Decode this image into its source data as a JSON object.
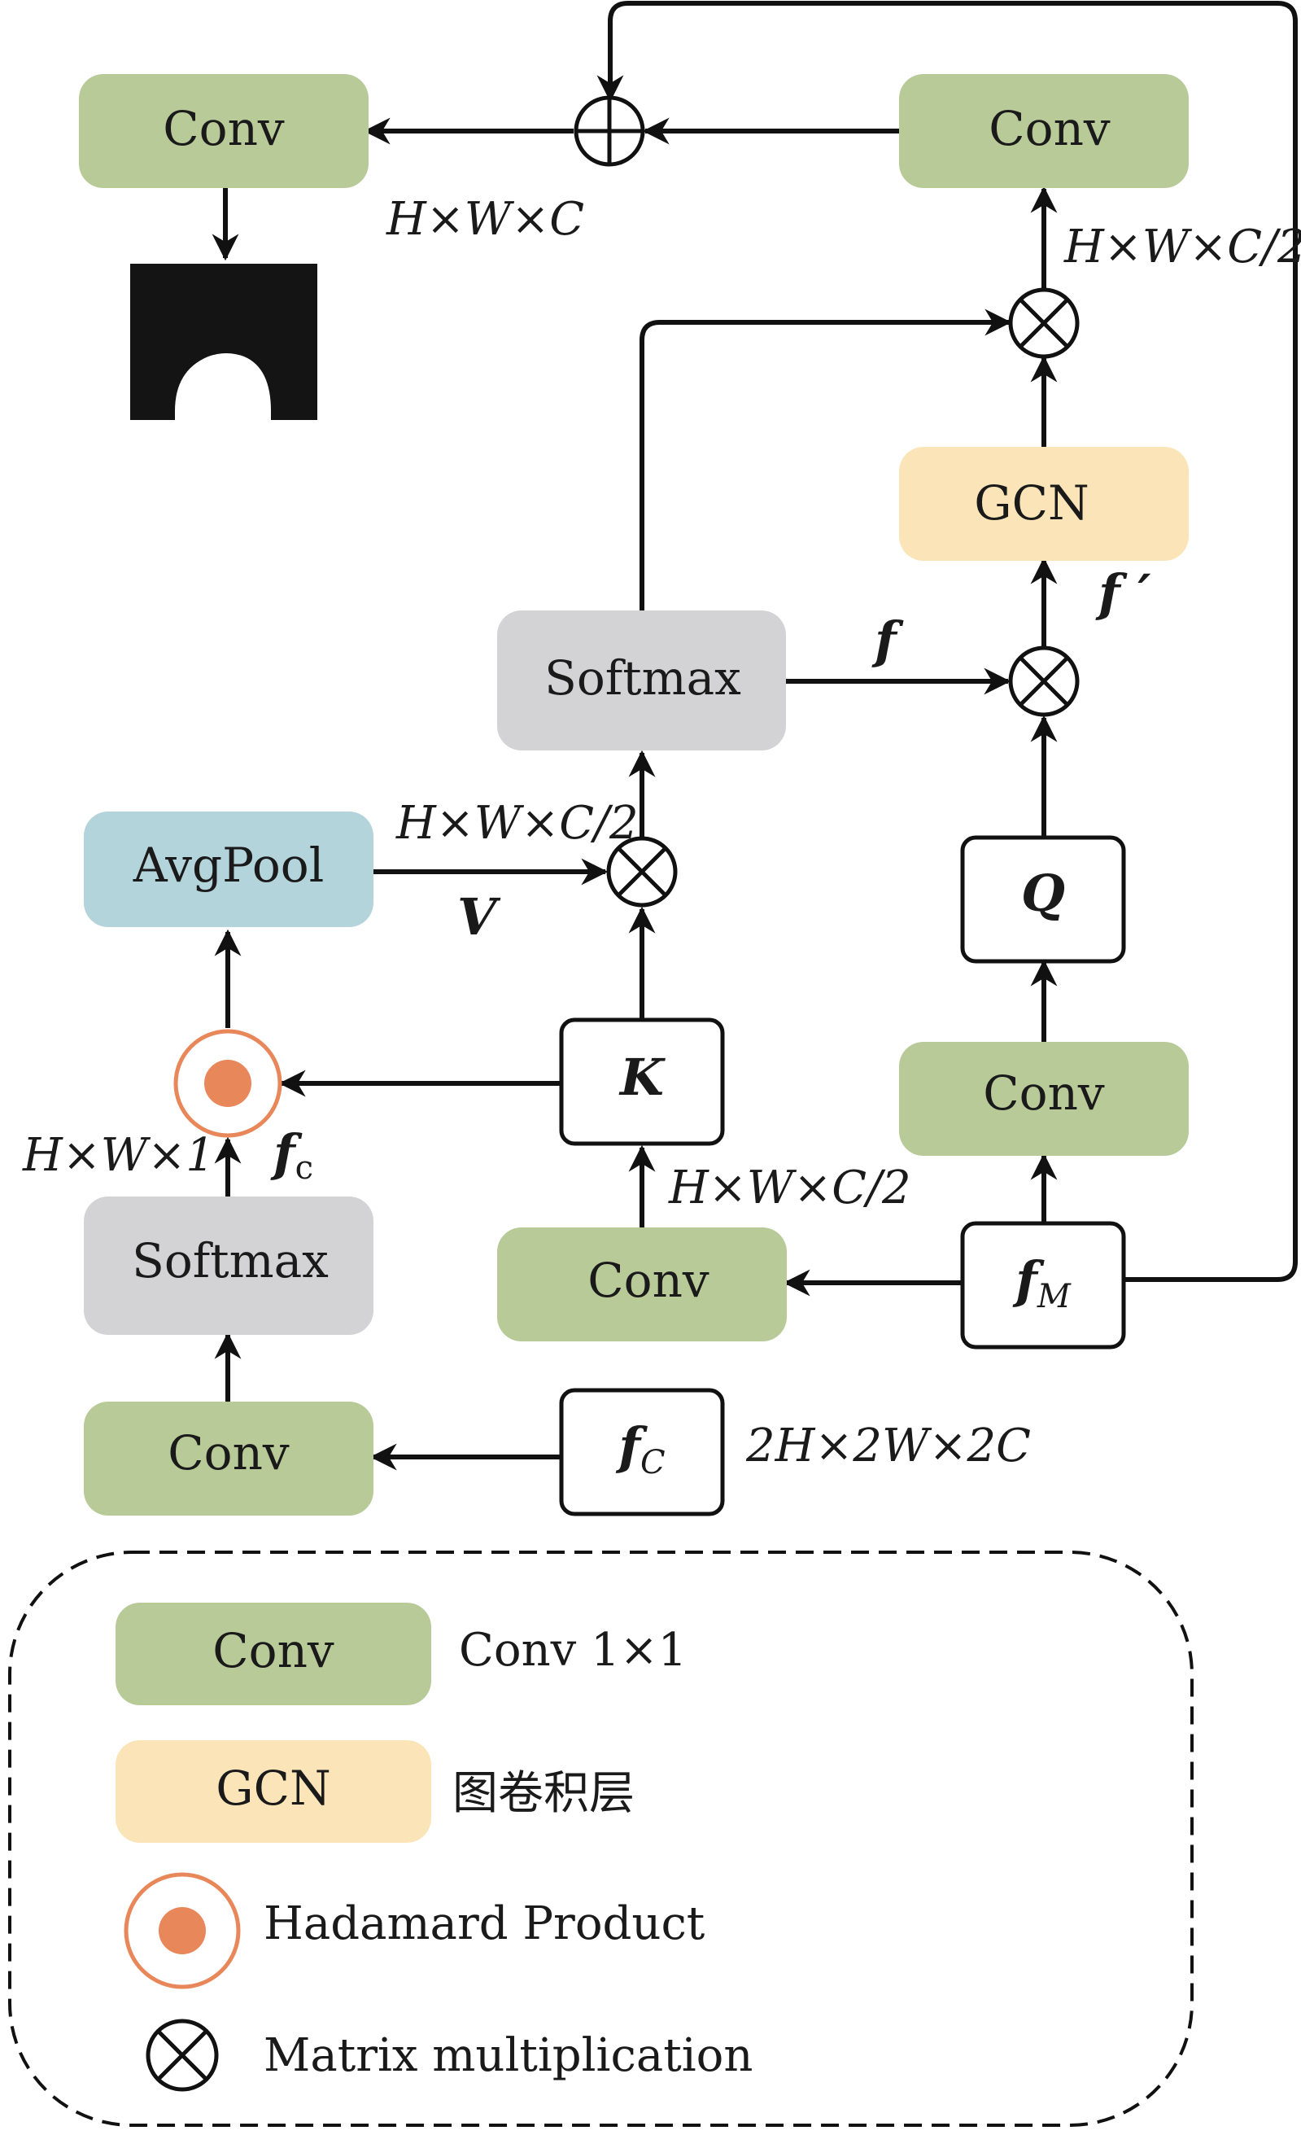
{
  "colors": {
    "conv": "#b8ca98",
    "gcn": "#fbe5b8",
    "softmax": "#d3d3d5",
    "avgpool": "#b4d4dc",
    "hadamard": "#e8875a",
    "line": "#111111"
  },
  "nodes": {
    "conv_top_left": "Conv",
    "conv_top_right": "Conv",
    "gcn": "GCN",
    "softmax_mid": "Softmax",
    "avgpool": "AvgPool",
    "conv_right": "Conv",
    "conv_mid": "Conv",
    "softmax_left": "Softmax",
    "conv_bottom_left": "Conv",
    "q_box": "Q",
    "k_box": "K",
    "fm_main": "f",
    "fm_sub": "M",
    "fc_main": "f",
    "fc_sub": "C"
  },
  "edge_labels": {
    "hwc_top": "H×W×C",
    "hwc2_top_right": "H×W×C/2",
    "f_prime": "f ′",
    "f_label": "f",
    "hwc2_avgpool": "H×W×C/2",
    "v_label": "V",
    "hw1": "H×W×1",
    "fc_small_main": "f",
    "fc_small_sub": "c",
    "hwc2_k": "H×W×C/2",
    "input_dims": "2H×2W×2C"
  },
  "legend": {
    "conv_box": "Conv",
    "conv_desc": "Conv 1×1",
    "gcn_box": "GCN",
    "gcn_desc": "图卷积层",
    "hadamard_desc": "Hadamard Product",
    "matmul_desc": "Matrix multiplication"
  }
}
